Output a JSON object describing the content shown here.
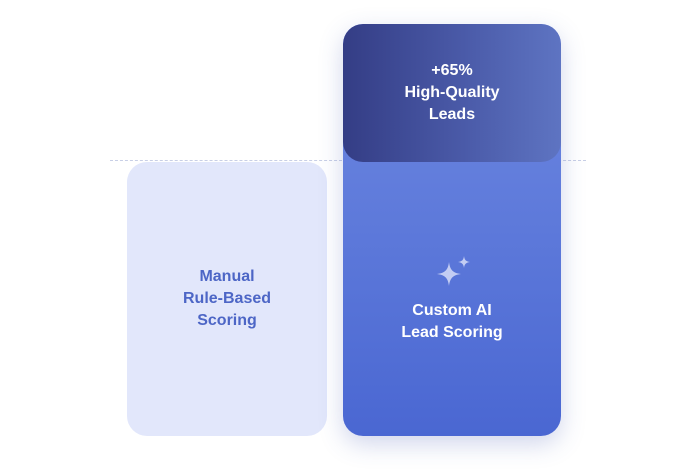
{
  "left_card": {
    "label": "Manual\nRule-Based\nScoring"
  },
  "right_card": {
    "highlight": "+65%\nHigh-Quality\nLeads",
    "icon": "sparkle-icon",
    "label": "Custom AI\nLead Scoring"
  },
  "colors": {
    "left_bg": "#e2e7fb",
    "left_text": "#4d66c6",
    "right_top": "#343d85",
    "right_body": "#5d79da"
  }
}
